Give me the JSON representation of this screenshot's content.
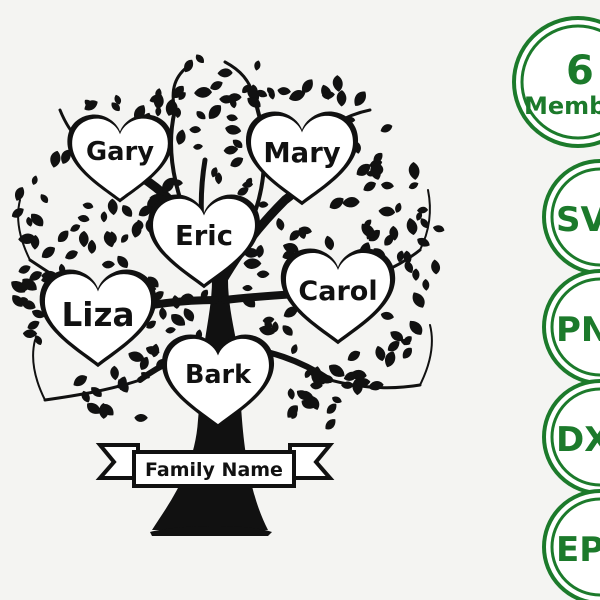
{
  "product": {
    "hearts": [
      {
        "id": "gary",
        "name": "Gary"
      },
      {
        "id": "mary",
        "name": "Mary"
      },
      {
        "id": "eric",
        "name": "Eric"
      },
      {
        "id": "liza",
        "name": "Liza"
      },
      {
        "id": "carol",
        "name": "Carol"
      },
      {
        "id": "bark",
        "name": "Bark"
      }
    ],
    "banner_text": "Family Name"
  },
  "badges": {
    "members_count": "6",
    "members_label": "Memb",
    "formats": [
      "SV",
      "PN",
      "DX",
      "EP"
    ]
  },
  "colors": {
    "background": "#f4f4f2",
    "ink": "#111111",
    "badge_green": "#1c7a2b",
    "badge_fill": "#ffffff"
  }
}
